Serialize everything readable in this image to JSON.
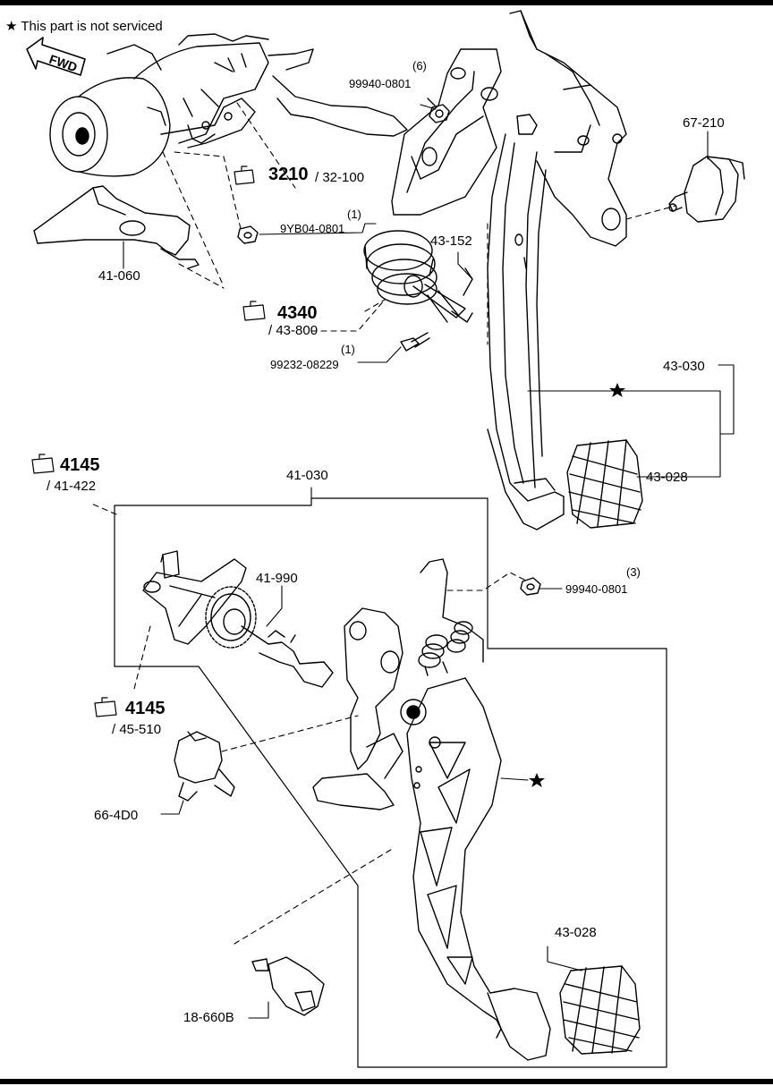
{
  "note": {
    "star": "★",
    "text": "This part is not serviced"
  },
  "fwd": "FWD",
  "labels": {
    "p99940_0801_top": "99940-0801",
    "p99940_0801_top_qty": "(6)",
    "p67_210": "67-210",
    "p3210": "3210",
    "p32_100": "/ 32-100",
    "p9yb04": "9YB04-0801",
    "p9yb04_qty": "(1)",
    "p43_152": "43-152",
    "p41_060": "41-060",
    "p4340": "4340",
    "p43_800": "/ 43-800",
    "p99232": "99232-08229",
    "p99232_qty": "(1)",
    "p43_030": "43-030",
    "p43_028_top": "43-028",
    "p4145_a": "4145",
    "p41_422": "/ 41-422",
    "p41_030": "41-030",
    "p41_990": "41-990",
    "p99940_0801_mid": "99940-0801",
    "p99940_0801_mid_qty": "(3)",
    "p4145_b": "4145",
    "p45_510": "/ 45-510",
    "p66_4d0": "66-4D0",
    "p43_028_bot": "43-028",
    "p18_660b": "18-660B"
  }
}
